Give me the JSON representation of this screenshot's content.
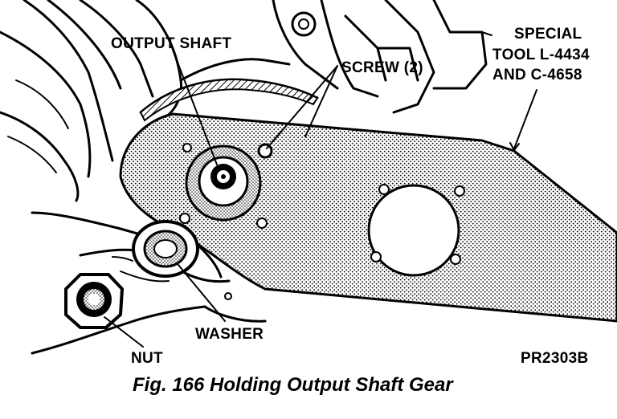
{
  "labels": {
    "output_shaft": "OUTPUT SHAFT",
    "screw": "SCREW (2)",
    "special_line1": "SPECIAL",
    "special_line2": "TOOL L-4434",
    "special_line3": "AND C-4658",
    "washer": "WASHER",
    "nut": "NUT",
    "code": "PR2303B"
  },
  "caption": "Fig. 166 Holding Output Shaft Gear",
  "colors": {
    "ink": "#000000",
    "paper": "#ffffff",
    "stipple": "#000000"
  }
}
